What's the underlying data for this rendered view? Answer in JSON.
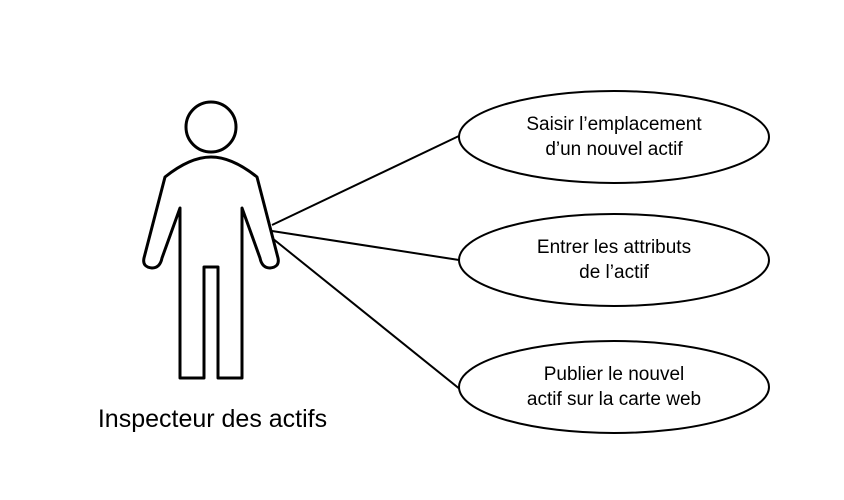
{
  "actor": {
    "name": "Inspecteur des actifs",
    "icon": "stick-figure-actor-icon"
  },
  "use_cases": [
    {
      "lines": [
        "Saisir l’emplacement",
        "d’un nouvel actif"
      ]
    },
    {
      "lines": [
        "Entrer les attributs",
        "de l’actif"
      ]
    },
    {
      "lines": [
        "Publier le nouvel",
        "actif sur la carte web"
      ]
    }
  ],
  "colors": {
    "stroke": "#000000",
    "background": "#ffffff"
  }
}
